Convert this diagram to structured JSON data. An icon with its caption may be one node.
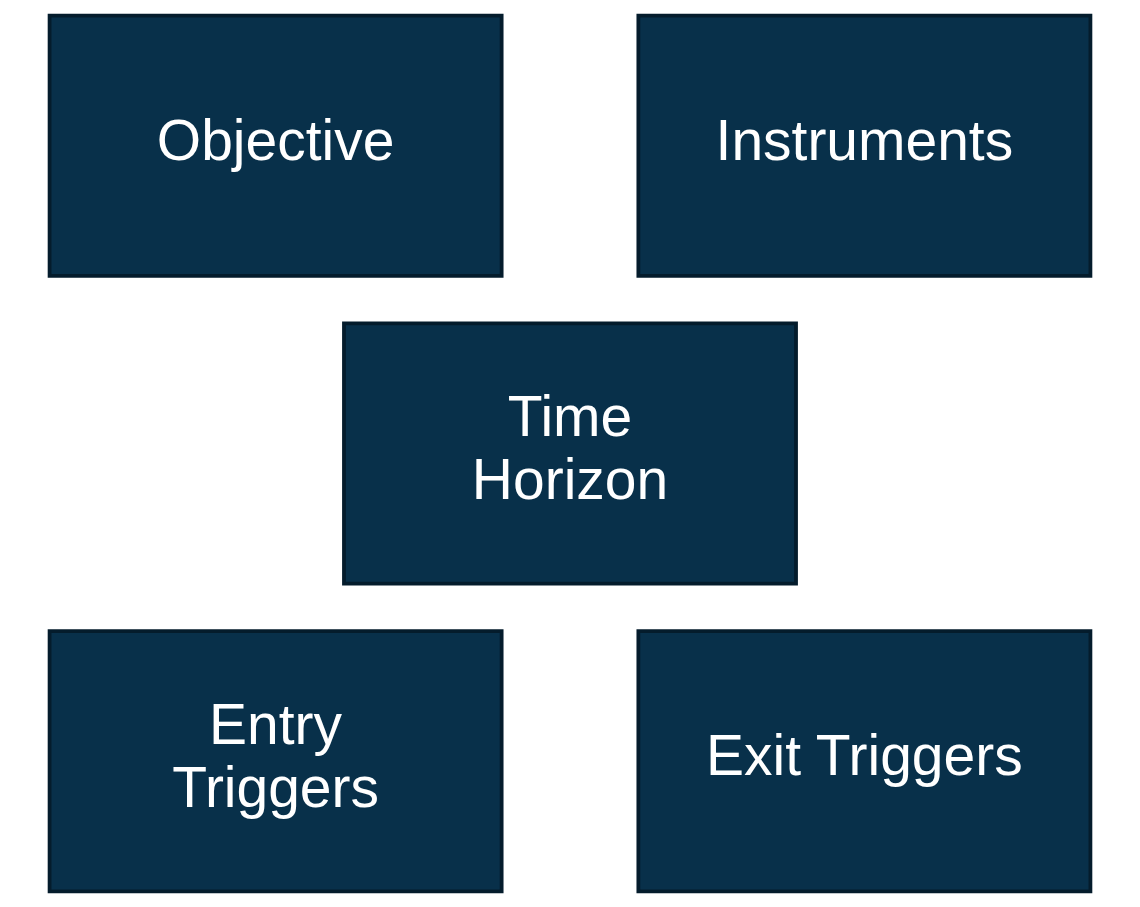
{
  "diagram": {
    "nodes": [
      {
        "text": [
          "Objective"
        ]
      },
      {
        "text": [
          "Instruments"
        ]
      },
      {
        "text": [
          "Time Horizon"
        ]
      },
      {
        "text": [
          "Entry Triggers"
        ]
      },
      {
        "text": [
          "Exit Triggers"
        ]
      }
    ]
  }
}
